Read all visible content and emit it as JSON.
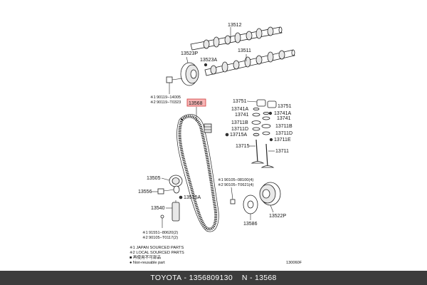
{
  "parts": {
    "p13512": "13512",
    "p13511": "13511",
    "p13523P": "13523P",
    "p13523A": "13523A",
    "bolt1": "90119−14005",
    "bolt2": "90119−T0323",
    "p13568": "13568",
    "p13751a": "13751",
    "p13751b": "13751",
    "p13741A_a": "13741A",
    "p13741A_b": "13741A",
    "p13741a": "13741",
    "p13741b": "13741",
    "p13711B_a": "13711B",
    "p13711B_b": "13711B",
    "p13711D_a": "13711D",
    "p13711D_b": "13711D",
    "p13715A": "13715A",
    "p13711E": "13711E",
    "p13715": "13715",
    "p13711": "13711",
    "nut1": "90105−08100(4)",
    "nut2": "90105−T0621(4)",
    "p13505": "13505",
    "p13556": "13556",
    "p13515A": "13515A",
    "p13540": "13540",
    "bolt3": "91551−80620(2)",
    "bolt4": "90105−T0117(2)",
    "p13586": "13586",
    "p13522P": "13522P"
  },
  "legend": {
    "mark1": "※1",
    "mark2": "※2",
    "l1": "※1 JAPAN SOURCED PARTS",
    "l2": "※2 LOCAL SOURCED PARTS",
    "l3": "■ 再使用不可部品",
    "l4": "● Non-reusable part"
  },
  "figure_code": "130060F",
  "footer": {
    "brand": "TOYOTA",
    "sep1": " - ",
    "part_number": "1356809130",
    "sep2": "    N - ",
    "ref": "13568"
  },
  "colors": {
    "highlight_fill": "#f7b6b6",
    "highlight_stroke": "#d23a3a",
    "footer_bg": "#3c3c3c"
  }
}
